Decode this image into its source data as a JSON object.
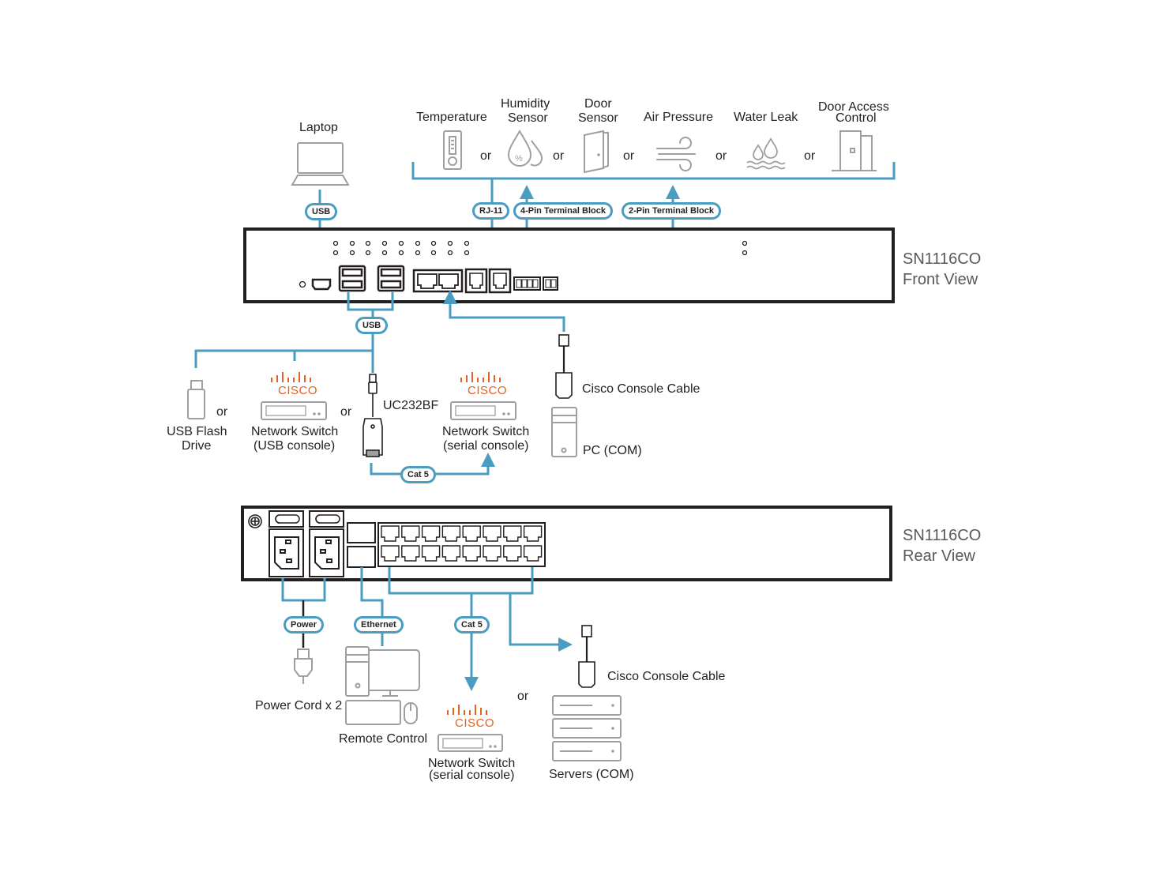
{
  "diagram": {
    "accent_color": "#4a9cc0",
    "device_outline_color": "#231f20",
    "icon_gray": "#9d9fa2",
    "cisco_orange": "#e4621e"
  },
  "front_view": {
    "model": "SN1116CO",
    "view": "Front View"
  },
  "rear_view": {
    "model": "SN1116CO",
    "view": "Rear View"
  },
  "sensors": {
    "items": [
      {
        "label": "Temperature",
        "icon": "thermometer-icon"
      },
      {
        "label": "Humidity\nSensor",
        "line1": "Humidity",
        "line2": "Sensor",
        "icon": "humidity-icon"
      },
      {
        "label": "Door Sensor",
        "line1": "Door",
        "line2": "Sensor",
        "icon": "door-icon"
      },
      {
        "label": "Air Pressure",
        "icon": "wind-icon"
      },
      {
        "label": "Water Leak",
        "icon": "water-leak-icon"
      },
      {
        "label": "Door Access Control",
        "line1": "Door Access",
        "line2": "Control",
        "icon": "door-access-icon"
      }
    ],
    "separator": "or"
  },
  "connectors": {
    "usb_laptop": "USB",
    "rj11": "RJ-11",
    "pin4": "4-Pin Terminal Block",
    "pin2": "2-Pin Terminal Block",
    "usb_front": "USB",
    "cat5_front": "Cat 5",
    "power": "Power",
    "ethernet": "Ethernet",
    "cat5_rear": "Cat 5"
  },
  "front_devices": {
    "laptop": "Laptop",
    "usb_flash_line1": "USB Flash",
    "usb_flash_line2": "Drive",
    "switch_usb_line1": "Network Switch",
    "switch_usb_line2": "(USB console)",
    "uc232bf": "UC232BF",
    "switch_serial_line1": "Network Switch",
    "switch_serial_line2": "(serial console)",
    "cisco_cable": "Cisco Console Cable",
    "pc": "PC (COM)",
    "or": "or",
    "cisco_brand": "CISCO"
  },
  "rear_devices": {
    "power_cord": "Power Cord x 2",
    "remote_control": "Remote Control",
    "switch_serial_line1": "Network Switch",
    "switch_serial_line2": "(serial console)",
    "cisco_cable": "Cisco Console Cable",
    "servers": "Servers (COM)",
    "or": "or",
    "cisco_brand": "CISCO"
  }
}
